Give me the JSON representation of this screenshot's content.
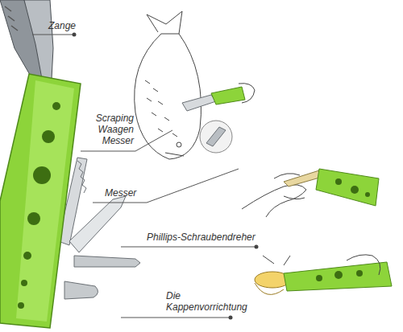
{
  "diagram": {
    "labels": [
      "Zange",
      "Scraping Waagen Messer",
      "Messer",
      "Phillips-Schraubendreher",
      "Die Kappenvorrichtung"
    ]
  }
}
